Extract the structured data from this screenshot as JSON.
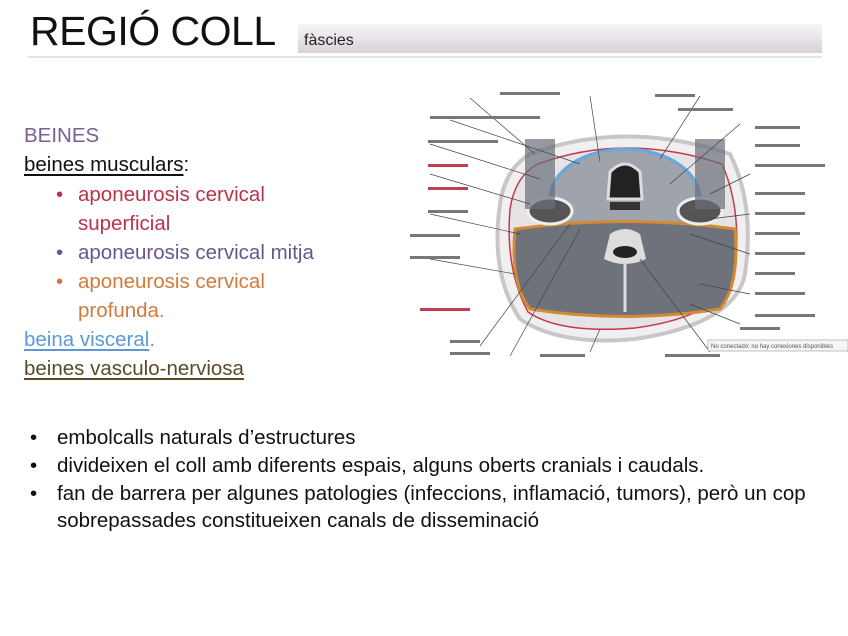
{
  "header": {
    "title": "REGIÓ COLL",
    "subtitle": "fàscies"
  },
  "left": {
    "heading": "BEINES",
    "muscular_label": "beines musculars",
    "muscular_colon": ":",
    "items": [
      {
        "text": "aponeurosis cervical superficial",
        "color": "#b8344a"
      },
      {
        "text": "aponeurosis cervical mitja",
        "color": "#6a5590"
      },
      {
        "text": "aponeurosis cervical profunda.",
        "color": "#d27a3c"
      }
    ],
    "visceral_label": "beina visceral",
    "visceral_dot": ".",
    "vascular_label": "beines vasculo-nerviosa",
    "colors": {
      "heading": "#7b5f91",
      "visceral": "#5b9ad6",
      "vascular": "#5a4a2a"
    }
  },
  "diagram": {
    "tooltip": "No conectado: no hay conexiones disponibles"
  },
  "bullets": [
    "embolcalls naturals d’estructures",
    "divideixen el coll amb diferents espais, alguns oberts cranials i caudals.",
    "fan de barrera per algunes patologies (infeccions, inflamació, tumors), però un cop sobrepassades constitueixen canals de disseminació"
  ]
}
